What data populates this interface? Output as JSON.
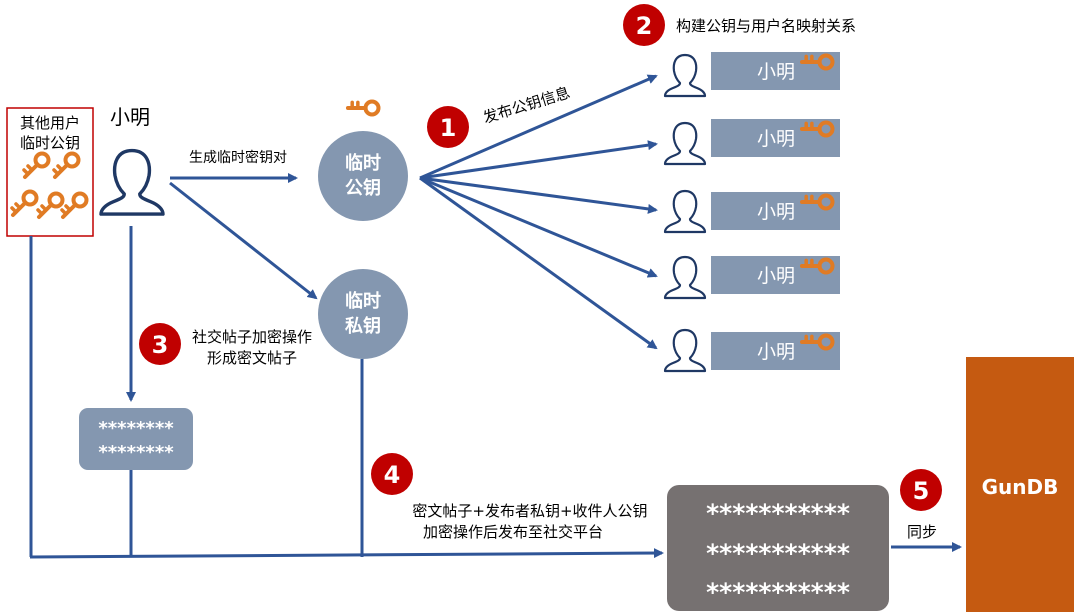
{
  "other_users": {
    "label_line1": "其他用户",
    "label_line2": "临时公钥"
  },
  "user": {
    "name": "小明"
  },
  "temp_public_key": {
    "line1": "临时",
    "line2": "公钥"
  },
  "temp_private_key": {
    "line1": "临时",
    "line2": "私钥"
  },
  "edges": {
    "generate_keypair": "生成临时密钥对",
    "publish_pubkey": "发布公钥信息",
    "map_relation": "构建公钥与用户名映射关系",
    "encrypt_line1": "社交帖子加密操作",
    "encrypt_line2": "形成密文帖子",
    "final_line1": "密文帖子+发布者私钥+收件人公钥",
    "final_line2": "加密操作后发布至社交平台",
    "sync": "同步"
  },
  "steps": [
    "1",
    "2",
    "3",
    "4",
    "5"
  ],
  "mapping_rows": [
    {
      "name": "小明"
    },
    {
      "name": "小明"
    },
    {
      "name": "小明"
    },
    {
      "name": "小明"
    },
    {
      "name": "小明"
    }
  ],
  "cipher_post": {
    "line1": "********",
    "line2": "********"
  },
  "final_post": {
    "line1": "***********",
    "line2": "***********",
    "line3": "***********"
  },
  "gundb": {
    "label": "GunDB"
  },
  "colors": {
    "arrow": "#2F5597",
    "node_gray": "#8497B0",
    "step_red": "#C00000",
    "key_orange": "#E07B24",
    "gundb_orange": "#C55A11",
    "dark_box": "#767171",
    "user_outline": "#1F3864"
  }
}
